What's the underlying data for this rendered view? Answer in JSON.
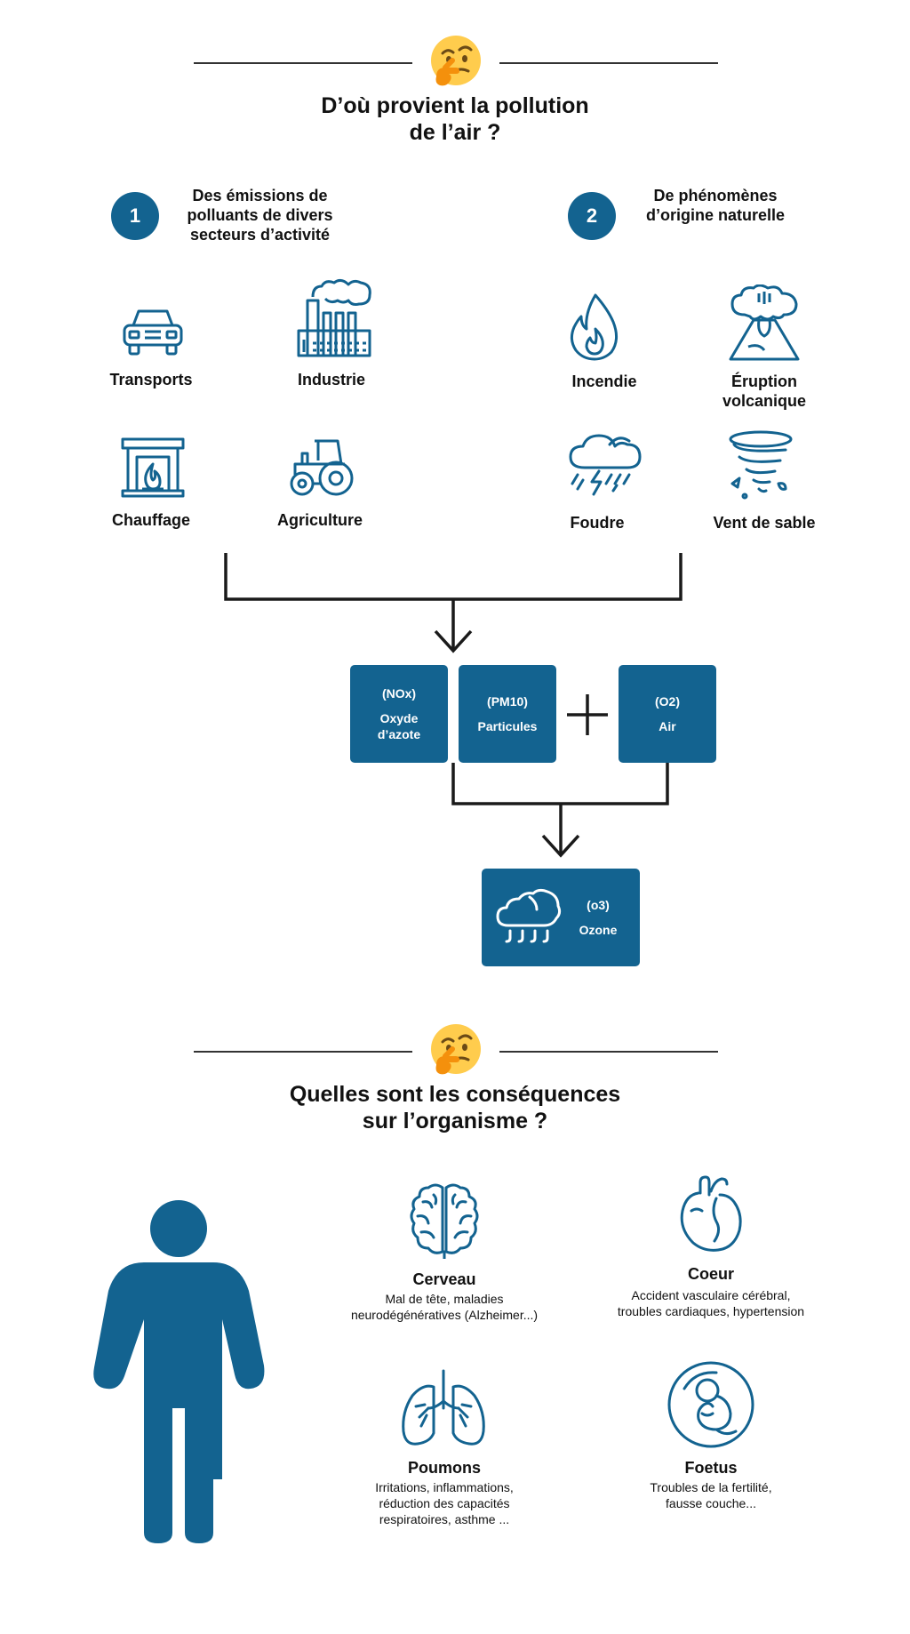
{
  "colors": {
    "primary": "#136390",
    "text": "#111111",
    "line": "#333333"
  },
  "section1": {
    "title": "D’où provient la pollution\nde l’air ?",
    "icon": "thinking-face-icon",
    "source1": {
      "number": "1",
      "title": "Des émissions de\npolluants de divers\nsecteurs d’activité",
      "items": [
        {
          "label": "Transports",
          "icon": "car-icon"
        },
        {
          "label": "Industrie",
          "icon": "factory-icon"
        },
        {
          "label": "Chauffage",
          "icon": "fireplace-icon"
        },
        {
          "label": "Agriculture",
          "icon": "tractor-icon"
        }
      ]
    },
    "source2": {
      "number": "2",
      "title": "De phénomènes\nd’origine naturelle",
      "items": [
        {
          "label": "Incendie",
          "icon": "flame-icon"
        },
        {
          "label": "Éruption\nvolcanique",
          "icon": "volcano-icon"
        },
        {
          "label": "Foudre",
          "icon": "storm-icon"
        },
        {
          "label": "Vent de sable",
          "icon": "tornado-icon"
        }
      ]
    },
    "pollutants": [
      {
        "formula": "(NOx)",
        "name": "Oxyde\nd’azote"
      },
      {
        "formula": "(PM10)",
        "name": "Particules"
      },
      {
        "formula": "(O2)",
        "name": "Air"
      }
    ],
    "result": {
      "formula": "(o3)",
      "name": "Ozone",
      "icon": "acid-rain-cloud-icon"
    }
  },
  "section2": {
    "title": "Quelles sont les conséquences\nsur l’organisme ?",
    "icon": "thinking-face-icon",
    "figure_icon": "human-figure-icon",
    "organs": [
      {
        "name": "Cerveau",
        "desc": "Mal de tête, maladies\nneurodégénératives (Alzheimer...)",
        "icon": "brain-icon"
      },
      {
        "name": "Coeur",
        "desc": "Accident vasculaire cérébral,\ntroubles cardiaques, hypertension",
        "icon": "heart-icon"
      },
      {
        "name": "Poumons",
        "desc": "Irritations, inflammations,\nréduction des capacités\nrespiratoires, asthme ...",
        "icon": "lungs-icon"
      },
      {
        "name": "Foetus",
        "desc": "Troubles de la fertilité,\nfausse couche...",
        "icon": "fetus-icon"
      }
    ]
  }
}
